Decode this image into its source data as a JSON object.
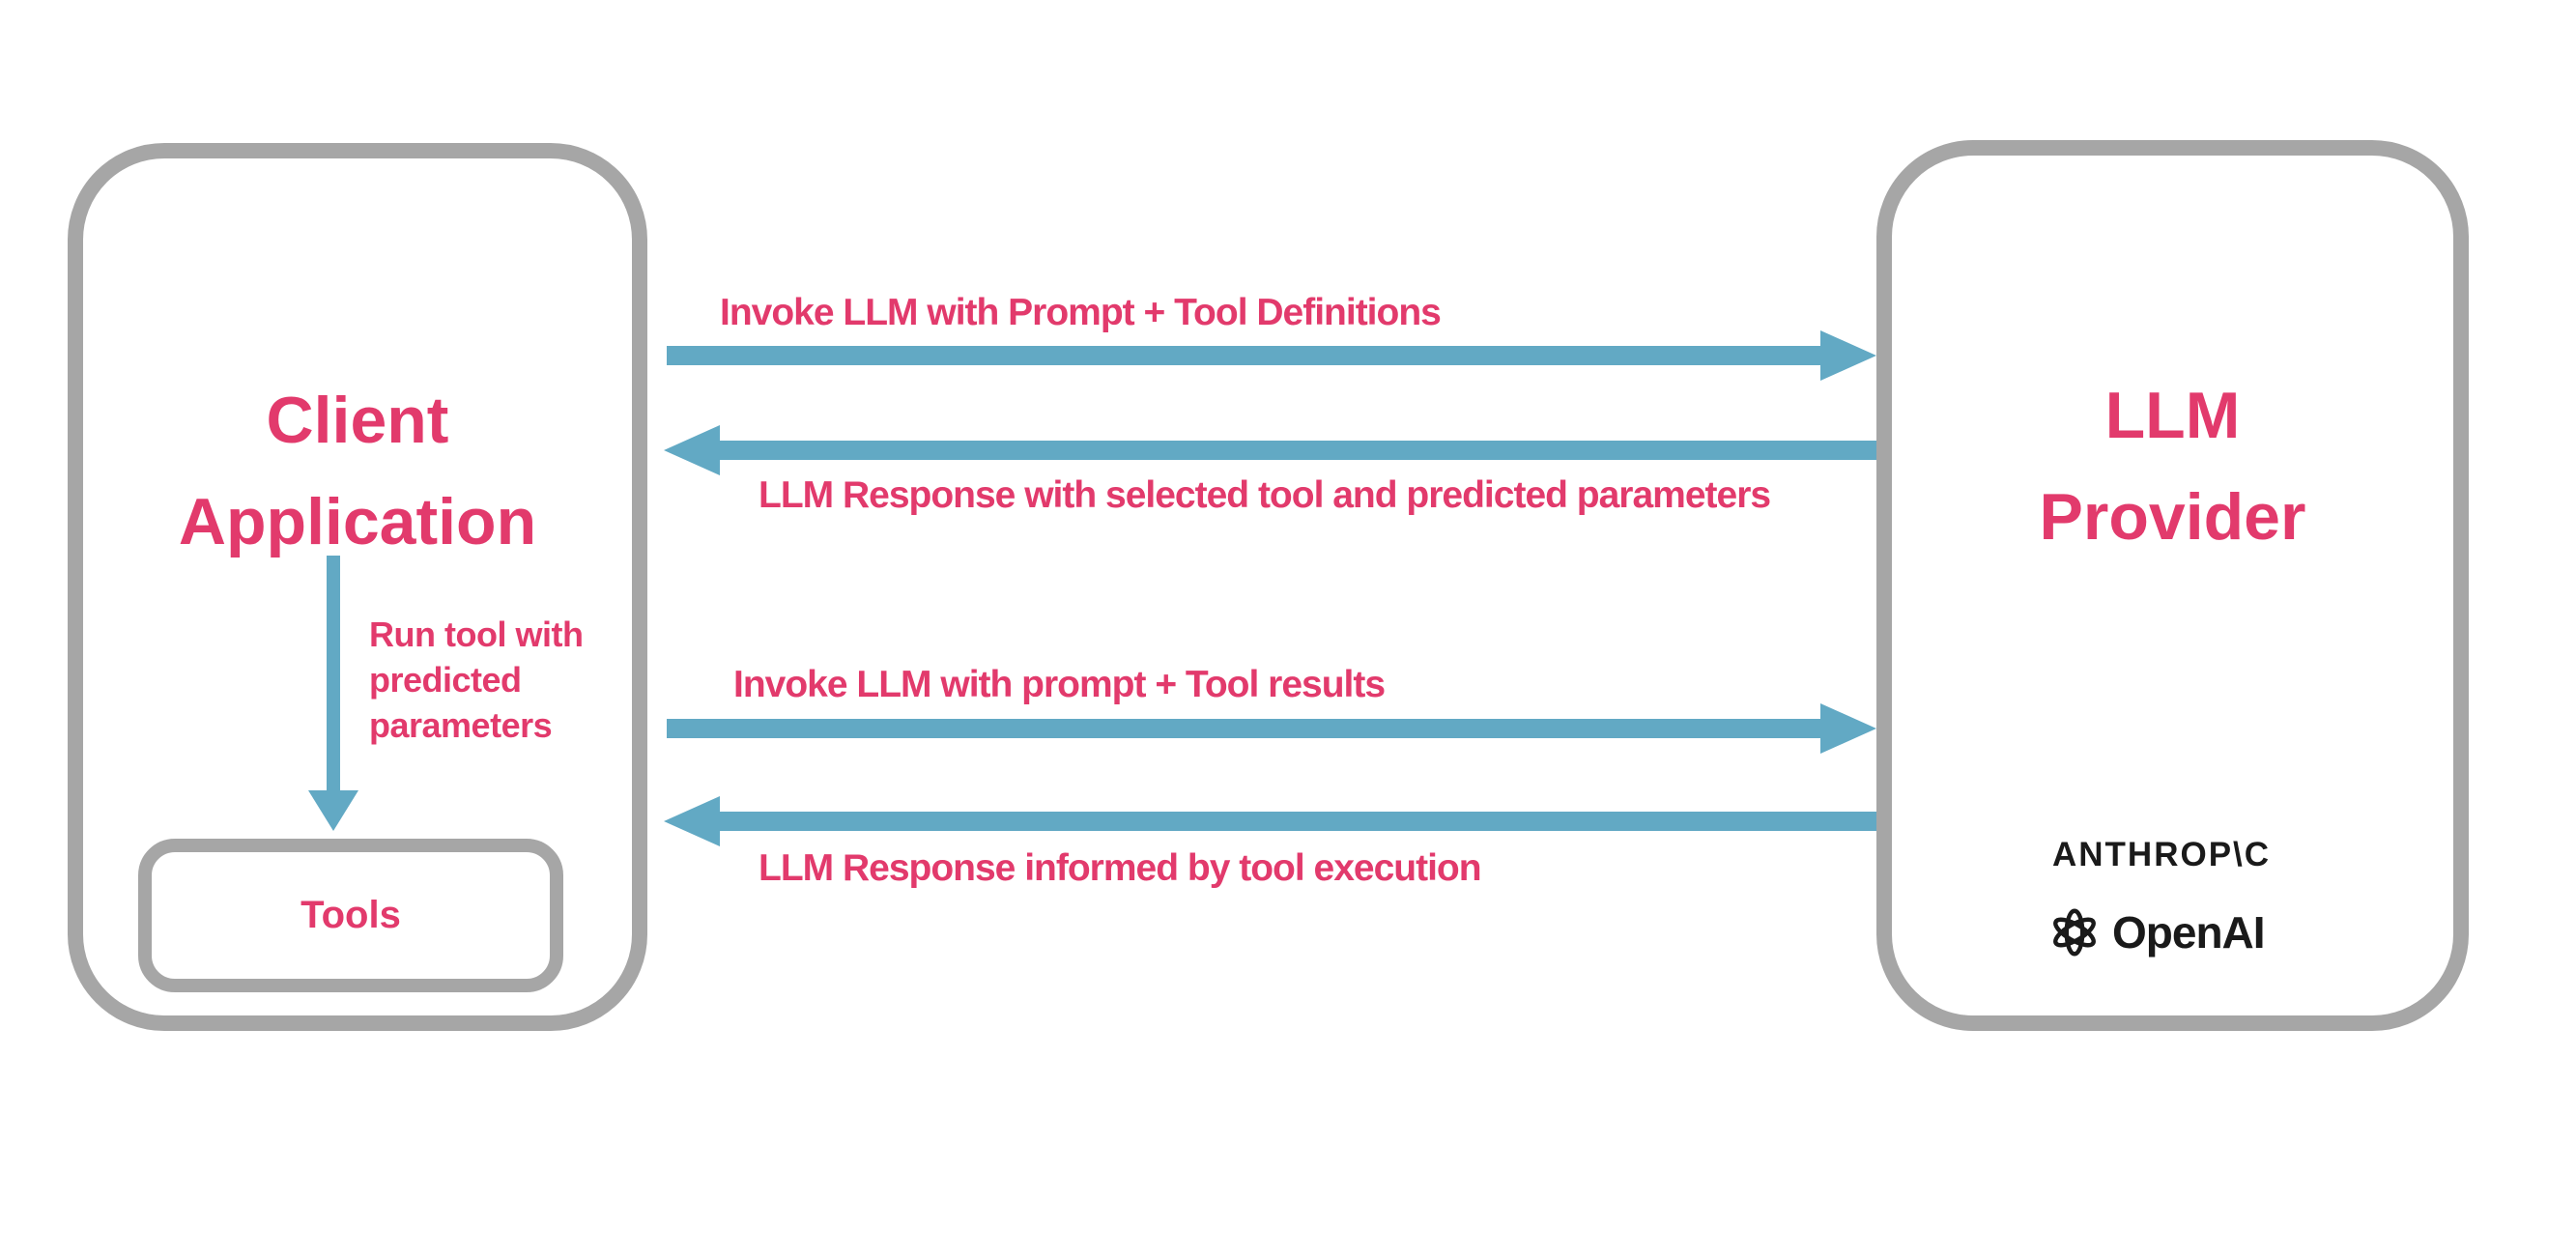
{
  "diagram": {
    "client_box": {
      "title_line1": "Client",
      "title_line2": "Application"
    },
    "tools_box": {
      "label": "Tools"
    },
    "llm_box": {
      "title_line1": "LLM",
      "title_line2": "Provider"
    },
    "arrows": {
      "invoke_with_definitions": {
        "label": "Invoke LLM with Prompt + Tool Definitions",
        "direction": "right"
      },
      "response_with_tool": {
        "label": "LLM Response with selected tool and predicted parameters",
        "direction": "left"
      },
      "invoke_with_results": {
        "label": "Invoke LLM with prompt + Tool results",
        "direction": "right"
      },
      "response_informed": {
        "label": "LLM Response informed by tool execution",
        "direction": "left"
      },
      "run_tool": {
        "label": "Run tool with predicted parameters",
        "direction": "down"
      }
    },
    "providers": {
      "anthropic": "ANTHROP\\C",
      "openai": "OpenAI"
    }
  },
  "theme": {
    "pink": "#e23a6c",
    "blue": "#62a9c4",
    "gray": "#a6a6a6",
    "logo_black": "#1a1a1a",
    "background": "#ffffff"
  }
}
